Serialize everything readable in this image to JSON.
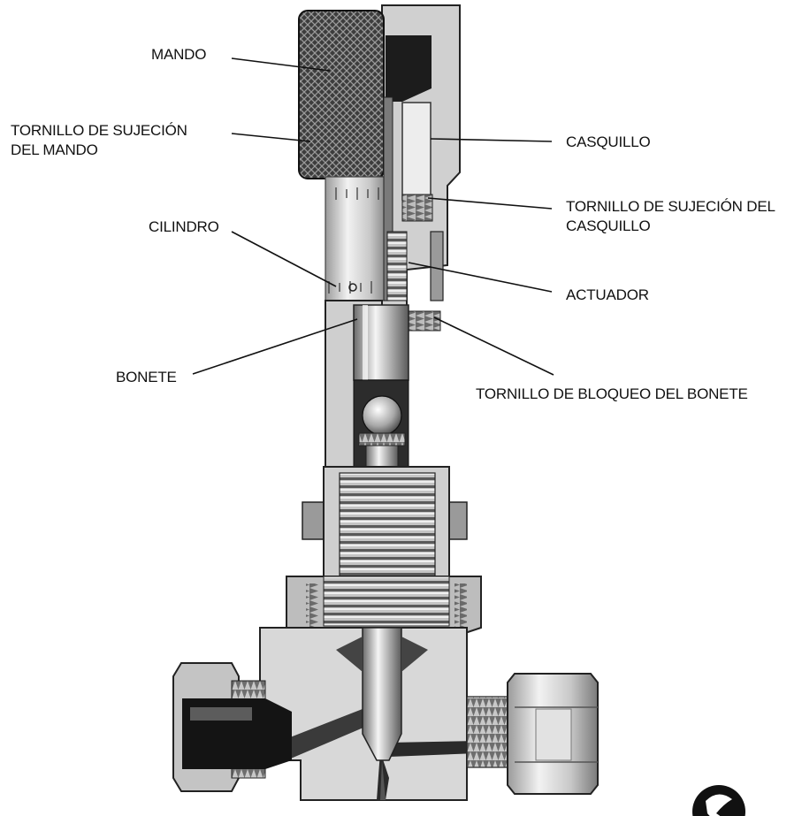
{
  "labels": {
    "mando": "MANDO",
    "tornillo_mando_1": "TORNILLO DE SUJECIÓN",
    "tornillo_mando_2": "DEL MANDO",
    "cilindro": "CILINDRO",
    "bonete": "BONETE",
    "casquillo": "CASQUILLO",
    "tornillo_casquillo_1": "TORNILLO DE SUJECIÓN DEL",
    "tornillo_casquillo_2": "CASQUILLO",
    "actuador": "ACTUADOR",
    "tornillo_bonete": "TORNILLO DE BLOQUEO DEL BONETE"
  },
  "colors": {
    "metal_dark": "#3a3a3a",
    "metal_mid": "#8c8c8c",
    "metal_light": "#d6d6d6",
    "ink": "#111111"
  },
  "icons": {
    "logo": "swagelok-logo-icon"
  }
}
